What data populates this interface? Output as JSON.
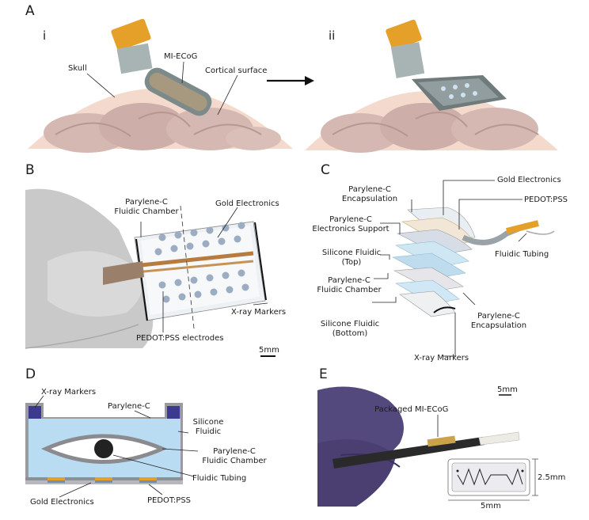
{
  "panels": {
    "a": {
      "letter": "A",
      "sub_i": "i",
      "sub_ii": "ii",
      "skull": "Skull",
      "device": "MI-ECoG",
      "cortical": "Cortical surface"
    },
    "b": {
      "letter": "B",
      "chamber_1": "Parylene-C",
      "chamber_2": "Fluidic Chamber",
      "gold": "Gold Electronics",
      "xray": "X-ray Markers",
      "pedot": "PEDOT:PSS electrodes",
      "scale": "5mm"
    },
    "c": {
      "letter": "C",
      "gold": "Gold Electronics",
      "encap_top_1": "Parylene-C",
      "encap_top_2": "Encapsulation",
      "pedot": "PEDOT:PSS",
      "support_1": "Parylene-C",
      "support_2": "Electronics Support",
      "tubing": "Fluidic Tubing",
      "sil_top_1": "Silicone Fluidic",
      "sil_top_2": "(Top)",
      "chamber_1": "Parylene-C",
      "chamber_2": "Fluidic Chamber",
      "sil_bot_1": "Silicone Fluidic",
      "sil_bot_2": "(Bottom)",
      "encap_bot_1": "Parylene-C",
      "encap_bot_2": "Encapsulation",
      "xray": "X-ray Markers"
    },
    "d": {
      "letter": "D",
      "xray": "X-ray Markers",
      "parylene": "Parylene-C",
      "silicone_1": "Silicone",
      "silicone_2": "Fluidic",
      "chamber_1": "Parylene-C",
      "chamber_2": "Fluidic Chamber",
      "tubing": "Fluidic Tubing",
      "gold": "Gold Electronics",
      "pedot": "PEDOT:PSS"
    },
    "e": {
      "letter": "E",
      "scale": "5mm",
      "packaged": "Packaged MI-ECoG",
      "dim_h": "2.5mm",
      "dim_w": "5mm"
    }
  },
  "colors": {
    "silicone_blue": "#b9dcf2",
    "marker_navy": "#3c3a90",
    "gold_tape": "#e5a02a",
    "skull_pink": "#f4d8cc",
    "glove_purple": "#54497d"
  }
}
